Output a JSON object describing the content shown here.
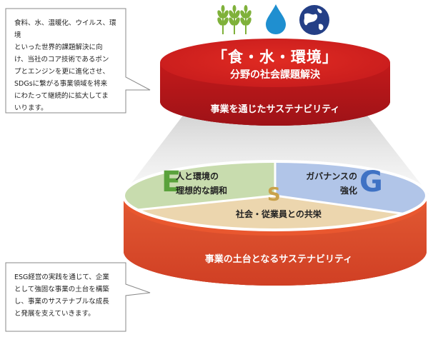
{
  "callouts": {
    "top": "食料、水、温暖化、ウイルス、環境\nといった世界的課題解決に向\nけ、当社のコア技術であるポン\nプとエンジンを更に進化させ、\nSDGsに繋がる事業領域を将来\nにわたって継続的に拡大してま\nいります。",
    "bottom": "ESG経営の実践を通じて、企業\nとして強固な事業の土台を構築\nし、事業のサステナブルな成長\nと発展を支えていきます。"
  },
  "top_disc": {
    "title": "「食・水・環境」",
    "subtitle": "分野の社会課題解決",
    "band_label": "事業を通じたサステナビリティ"
  },
  "bottom_disc": {
    "band_label": "事業の土台となるサステナビリティ"
  },
  "esg": {
    "e": {
      "letter": "E",
      "label": "人と環境の\n理想的な調和"
    },
    "s": {
      "letter": "S",
      "label": "社会・従業員との共栄"
    },
    "g": {
      "letter": "G",
      "label": "ガバナンスの\n強化"
    }
  },
  "icons": [
    "wheat-icon",
    "water-drop-icon",
    "globe-icon"
  ],
  "colors": {
    "red": "#d7231e",
    "dark_red": "#a9161a",
    "orange_red": "#e25a33",
    "green": "#c8dcae",
    "blue": "#b1c5e8",
    "tan": "#ecd6ae"
  }
}
